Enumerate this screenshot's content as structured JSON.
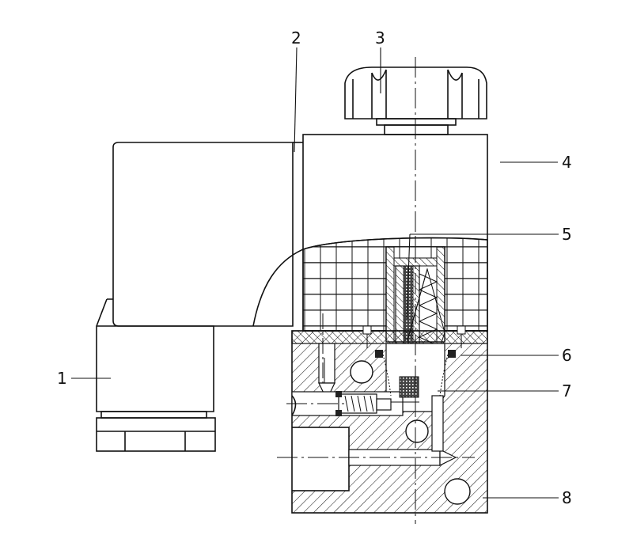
{
  "callouts": [
    {
      "id": "1",
      "text": "1"
    },
    {
      "id": "2",
      "text": "2"
    },
    {
      "id": "3",
      "text": "3"
    },
    {
      "id": "4",
      "text": "4"
    },
    {
      "id": "5",
      "text": "5"
    },
    {
      "id": "6",
      "text": "6"
    },
    {
      "id": "7",
      "text": "7"
    },
    {
      "id": "8",
      "text": "8"
    }
  ],
  "colors": {
    "stroke": "#111111",
    "background": "#ffffff",
    "seal": "#222222"
  }
}
